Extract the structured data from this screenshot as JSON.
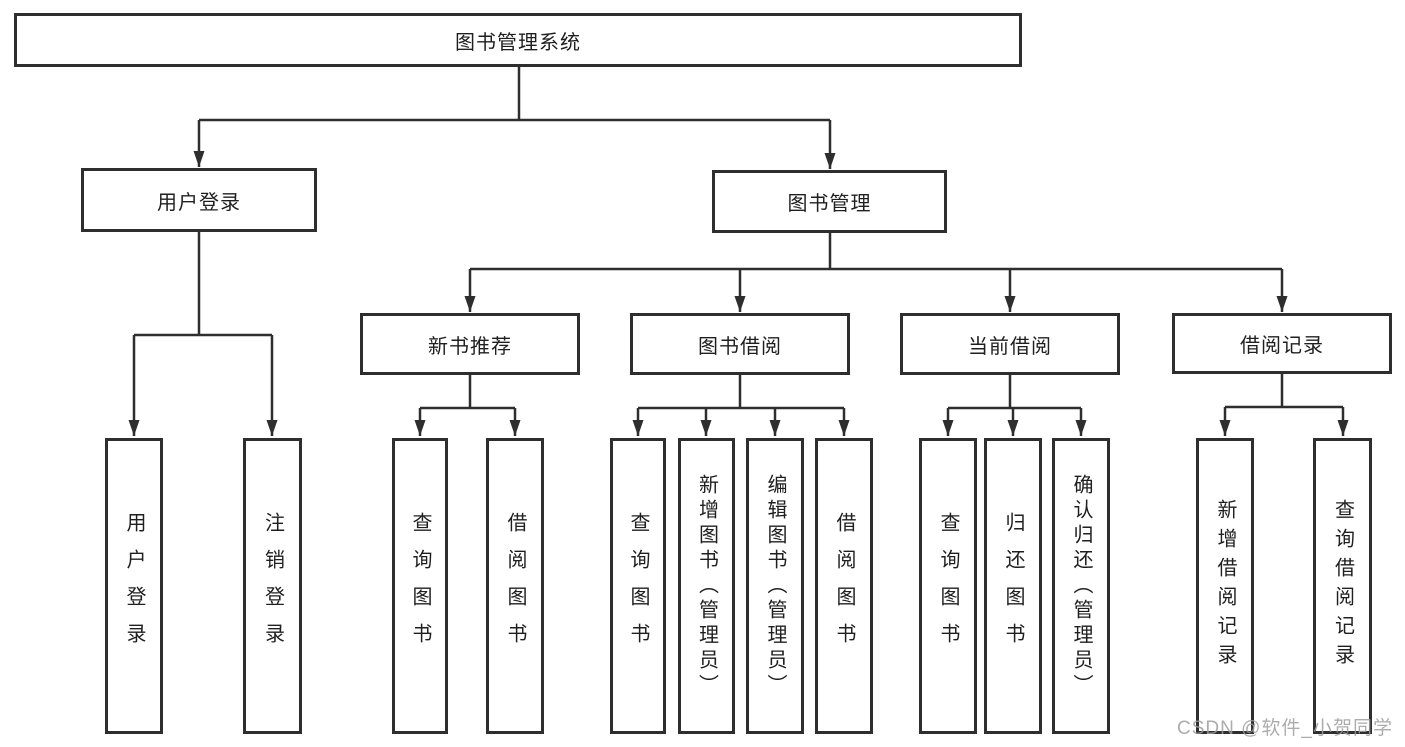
{
  "tree": {
    "label": "图书管理系统",
    "children": [
      {
        "label": "用户登录",
        "children": [
          {
            "label": "用户登录"
          },
          {
            "label": "注销登录"
          }
        ]
      },
      {
        "label": "图书管理",
        "children": [
          {
            "label": "新书推荐",
            "children": [
              {
                "label": "查询图书"
              },
              {
                "label": "借阅图书"
              }
            ]
          },
          {
            "label": "图书借阅",
            "children": [
              {
                "label": "查询图书"
              },
              {
                "label": "新增图书（管理员）"
              },
              {
                "label": "编辑图书（管理员）"
              },
              {
                "label": "借阅图书"
              }
            ]
          },
          {
            "label": "当前借阅",
            "children": [
              {
                "label": "查询图书"
              },
              {
                "label": "归还图书"
              },
              {
                "label": "确认归还（管理员）"
              }
            ]
          },
          {
            "label": "借阅记录",
            "children": [
              {
                "label": "新增借阅记录"
              },
              {
                "label": "查询借阅记录"
              }
            ]
          }
        ]
      }
    ]
  },
  "watermark": "CSDN @软件_小贺同学",
  "colors": {
    "line": "#2e2e2e",
    "text": "#1f1f1f",
    "watermark": "#9e9e9e"
  }
}
